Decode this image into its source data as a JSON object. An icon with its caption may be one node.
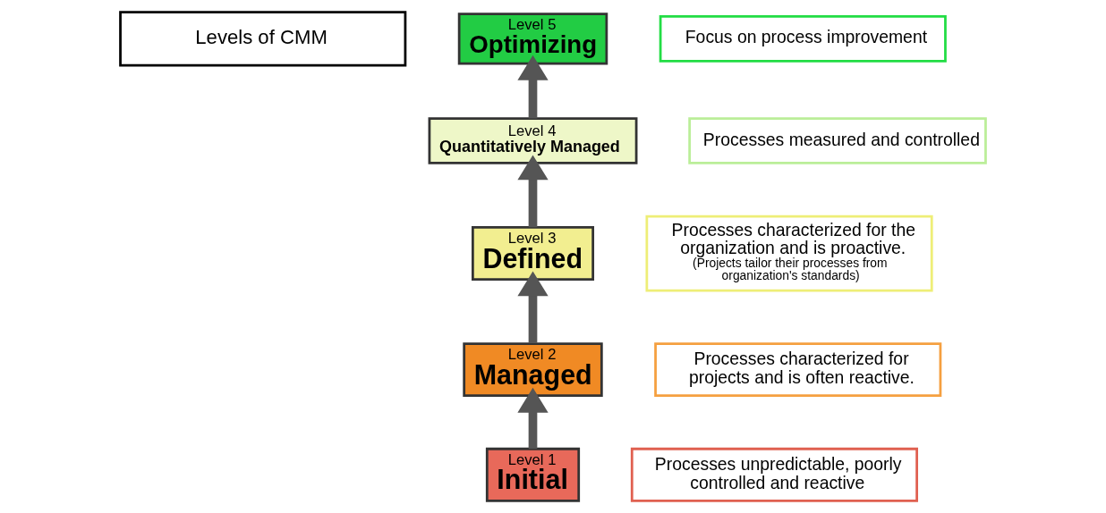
{
  "diagram": {
    "nodes": [
      {
        "text": [
          "Levels of CMM"
        ]
      },
      {
        "text": [
          "Level 5",
          "Optimizing"
        ]
      },
      {
        "text": [
          "Focus on process improvement"
        ]
      },
      {
        "text": [
          "Level 4",
          "Quantitatively Managed"
        ]
      },
      {
        "text": [
          "Processes measured and controlled"
        ]
      },
      {
        "text": [
          "Level 3",
          "Defined"
        ]
      },
      {
        "text": [
          "Processes characterized for the organization and is proactive.",
          "(Projects tailor their processes from organization's standards)"
        ]
      },
      {
        "text": [
          "Level 2",
          "Managed"
        ]
      },
      {
        "text": [
          "Processes characterized for projects and is often reactive."
        ]
      },
      {
        "text": [
          "Level 1",
          "Initial"
        ]
      },
      {
        "text": [
          "Processes unpredictable, poorly controlled and reactive"
        ]
      }
    ],
    "edges": [
      {
        "from": 9,
        "to": 7,
        "arrow": "to"
      },
      {
        "from": 7,
        "to": 5,
        "arrow": "to"
      },
      {
        "from": 5,
        "to": 3,
        "arrow": "to"
      },
      {
        "from": 3,
        "to": 1,
        "arrow": "to"
      }
    ]
  }
}
